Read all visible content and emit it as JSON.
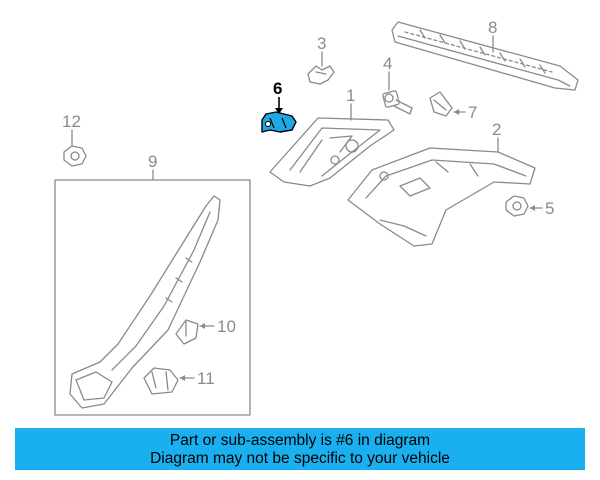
{
  "colors": {
    "line": "#8a8a8a",
    "highlight": "#1ea8e6",
    "banner": "#1ab0f0",
    "text": "#000000"
  },
  "callouts": {
    "c1": "1",
    "c2": "2",
    "c3": "3",
    "c4": "4",
    "c5": "5",
    "c6": "6",
    "c7": "7",
    "c8": "8",
    "c9": "9",
    "c10": "10",
    "c11": "11",
    "c12": "12"
  },
  "highlighted_part": "6",
  "banner": {
    "line1": "Part or sub-assembly is #6 in diagram",
    "line2": "Diagram may not be specific to your vehicle"
  }
}
